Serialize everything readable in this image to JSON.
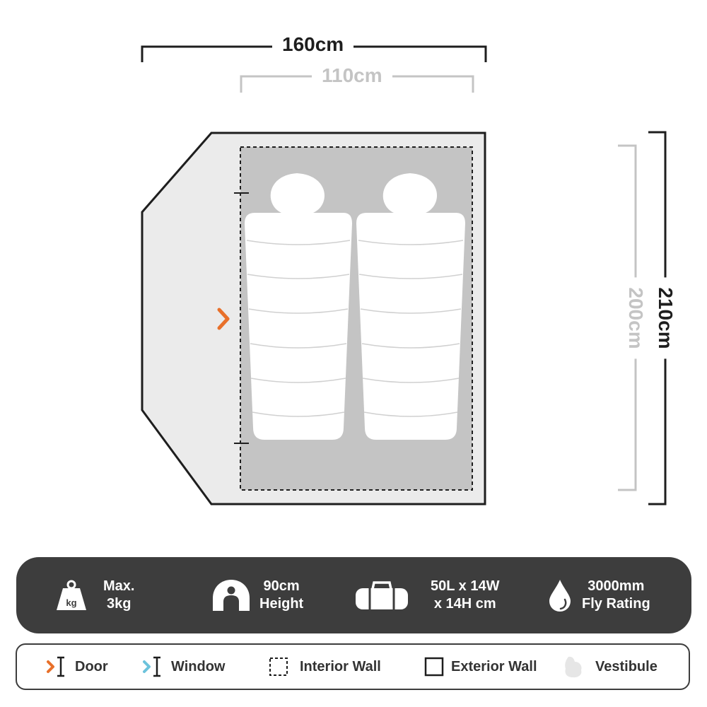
{
  "dimensions": {
    "outer_width": "160cm",
    "inner_width": "110cm",
    "outer_length": "210cm",
    "inner_length": "200cm"
  },
  "specs": [
    {
      "icon": "weight-kg-icon",
      "line1": "Max.",
      "line2": "3kg",
      "icon_text": "kg"
    },
    {
      "icon": "person-height-icon",
      "line1": "90cm",
      "line2": "Height"
    },
    {
      "icon": "duffel-bag-icon",
      "line1": "50L x 14W",
      "line2": "x 14H cm"
    },
    {
      "icon": "water-drop-icon",
      "line1": "3000mm",
      "line2": "Fly Rating"
    }
  ],
  "legend": [
    {
      "icon": "door-icon",
      "label": "Door",
      "color": "#e8702a"
    },
    {
      "icon": "window-icon",
      "label": "Window",
      "color": "#6cc3dc"
    },
    {
      "icon": "interior-wall-icon",
      "label": "Interior Wall"
    },
    {
      "icon": "exterior-wall-icon",
      "label": "Exterior Wall"
    },
    {
      "icon": "vestibule-icon",
      "label": "Vestibule"
    }
  ],
  "colors": {
    "outline": "#1e1e1e",
    "vestibule_fill": "#ebebeb",
    "interior_fill": "#c4c4c4",
    "inner_dimension": "#c4c4c4",
    "spec_bar": "#3d3d3d",
    "door_accent": "#e8702a",
    "window_accent": "#6cc3dc"
  }
}
